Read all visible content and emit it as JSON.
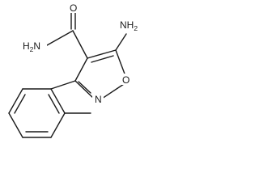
{
  "molecule": {
    "atoms": {
      "carbonyl_oxygen": {
        "symbol": "O"
      },
      "amide_nitrogen": {
        "symbol": "H",
        "subscript": "2",
        "suffix": "N"
      },
      "amino_nitrogen": {
        "symbol": "NH",
        "subscript": "2"
      },
      "ring_oxygen": {
        "symbol": "O"
      },
      "ring_nitrogen": {
        "symbol": "N"
      }
    }
  }
}
